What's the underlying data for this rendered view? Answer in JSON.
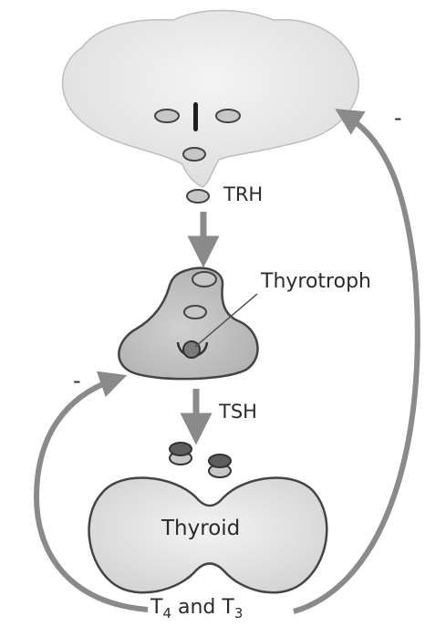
{
  "labels": {
    "trh": "TRH",
    "thyrotroph": "Thyrotroph",
    "tsh": "TSH",
    "thyroid": "Thyroid",
    "negative_feedback_right": "-",
    "negative_feedback_left": "-",
    "hormones": {
      "t": "T",
      "t4_sub": "4",
      "and": " and ",
      "t3_sub": "3"
    }
  },
  "colors": {
    "hypothalamus_fill": "#e9e9e9",
    "pituitary_fill": "#c4c4c4",
    "thyroid_fill": "#e8e8e8",
    "granule_fill": "#c7c7c7",
    "tsh_granule_dark": "#5e5e5e",
    "arrow_gray": "#8a8a8a",
    "outline": "#444444"
  }
}
